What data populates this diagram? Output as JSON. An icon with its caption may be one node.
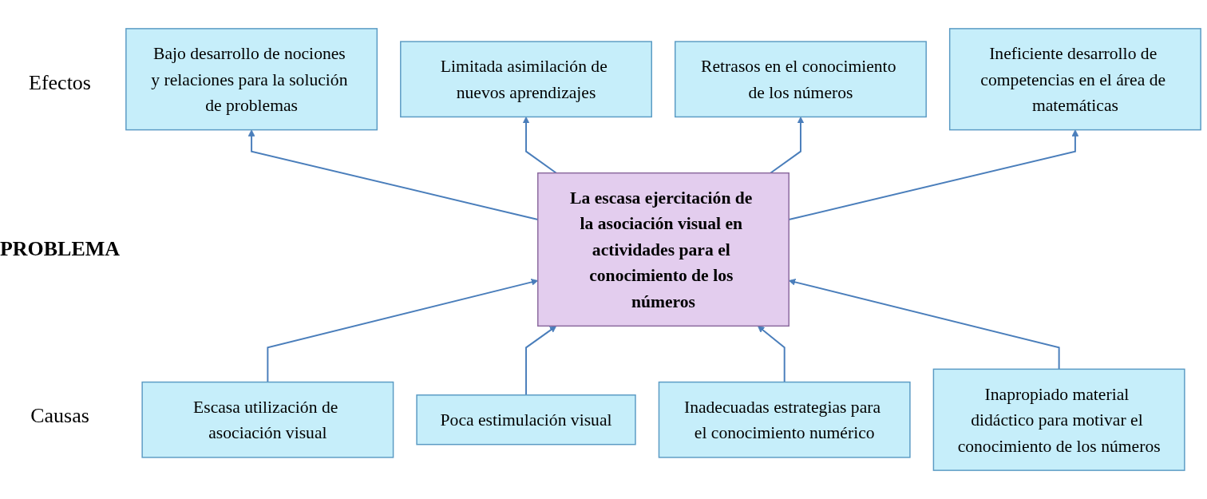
{
  "diagram": {
    "nodes": [
      {
        "text": [
          "Bajo desarrollo de nociones y relaciones para la solución de problemas"
        ]
      },
      {
        "text": [
          "Limitada asimilación de nuevos aprendizajes"
        ]
      },
      {
        "text": [
          "Retrasos en el conocimiento de los números"
        ]
      },
      {
        "text": [
          "Ineficiente desarrollo de competencias en el área de matemáticas"
        ]
      },
      {
        "text": [
          "La escasa ejercitación de la asociación visual en actividades para el conocimiento de los números"
        ]
      },
      {
        "text": [
          "Escasa utilización de asociación visual"
        ]
      },
      {
        "text": [
          "Poca estimulación visual"
        ]
      },
      {
        "text": [
          "Inadecuadas estrategias para el conocimiento numérico"
        ]
      },
      {
        "text": [
          "Inapropiado material didáctico para motivar el conocimiento de los números"
        ]
      }
    ],
    "edges": [
      {
        "from": 4,
        "to": 0,
        "arrow": "to"
      },
      {
        "from": 4,
        "to": 1,
        "arrow": "to"
      },
      {
        "from": 4,
        "to": 2,
        "arrow": "to"
      },
      {
        "from": 4,
        "to": 3,
        "arrow": "to"
      },
      {
        "from": 5,
        "to": 4,
        "arrow": "to"
      },
      {
        "from": 6,
        "to": 4,
        "arrow": "to"
      },
      {
        "from": 7,
        "to": 4,
        "arrow": "to"
      },
      {
        "from": 8,
        "to": 4,
        "arrow": "to"
      }
    ],
    "labels": [
      "Efectos",
      "PROBLEMA",
      "Causas"
    ]
  }
}
